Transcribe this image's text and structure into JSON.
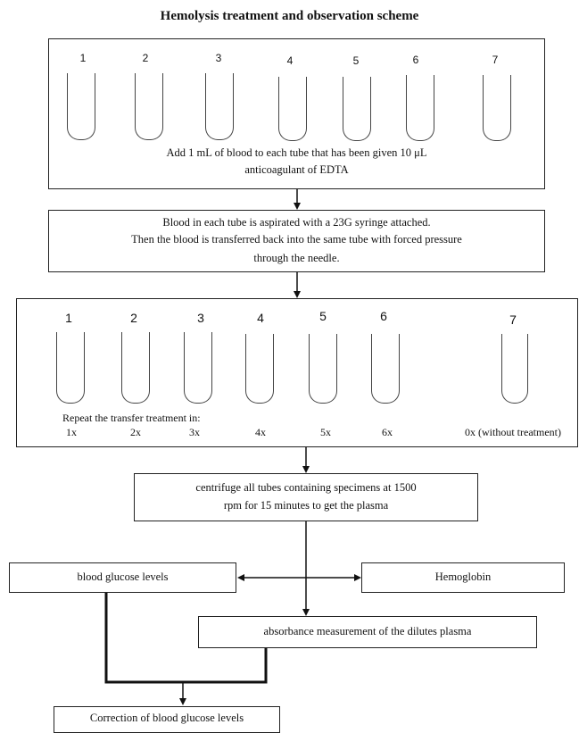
{
  "title": "Hemolysis treatment and observation scheme",
  "step1": {
    "tube_numbers": [
      "1",
      "2",
      "3",
      "4",
      "5",
      "6",
      "7"
    ],
    "text_line1": "Add 1 mL of blood to each tube that has been given 10 μL",
    "text_line2": "anticoagulant of EDTA"
  },
  "step2": {
    "line1": "Blood in each tube is aspirated with a 23G syringe attached.",
    "line2": "Then the blood is transferred back into the same tube with forced pressure",
    "line3": "through the needle."
  },
  "step3": {
    "tube_numbers": [
      "1",
      "2",
      "3",
      "4",
      "5",
      "6",
      "7"
    ],
    "repeat_label": "Repeat the transfer treatment in:",
    "repeats": [
      "1x",
      "2x",
      "3x",
      "4x",
      "5x",
      "6x",
      "0x (without treatment)"
    ]
  },
  "step4": {
    "line1": "centrifuge all tubes containing specimens at 1500",
    "line2": "rpm for 15 minutes to get the plasma"
  },
  "glucose_box": "blood glucose levels",
  "hemoglobin_box": "Hemoglobin",
  "absorbance_box": "absorbance measurement of the dilutes plasma",
  "correction_box": "Correction of blood glucose levels"
}
